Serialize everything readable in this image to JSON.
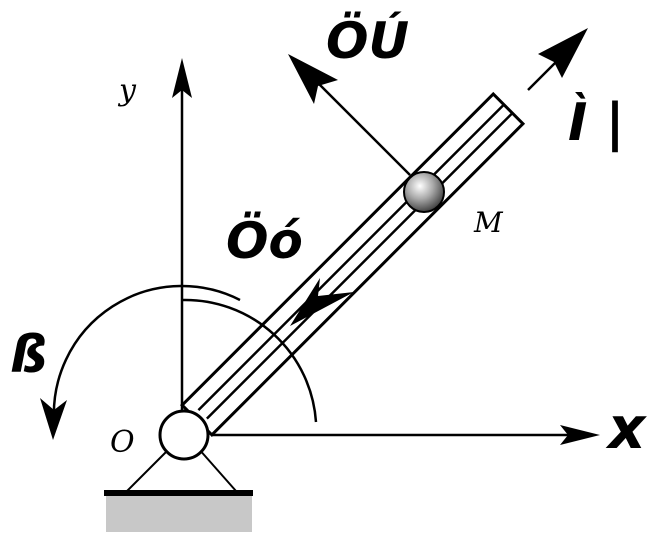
{
  "labels": {
    "y_axis": "y",
    "x_axis": "x",
    "origin": "O",
    "point": "M",
    "force_top": "ÖÚ",
    "force_along_rod": "Öó",
    "force_tip": "Ì |",
    "rotation": "ß"
  },
  "colors": {
    "line": "#000000",
    "ground": "#c8c8c8",
    "ball_light": "#ffffff",
    "ball_dark": "#555555"
  }
}
